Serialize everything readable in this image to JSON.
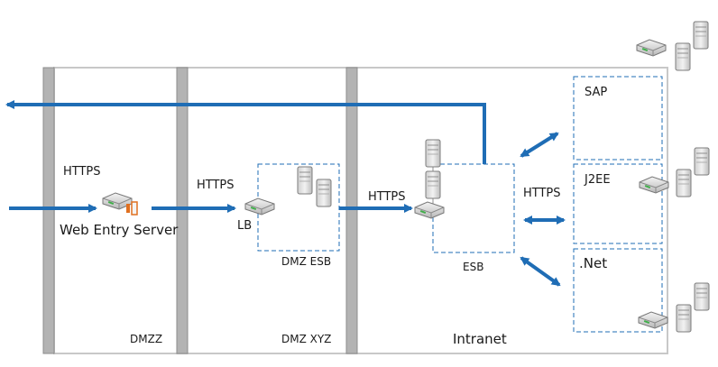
{
  "labels": {
    "https_1": "HTTPS",
    "web_entry_server": "Web Entry Server",
    "https_2": "HTTPS",
    "lb": "LB",
    "dmz_esb": "DMZ ESB",
    "https_3": "HTTPS",
    "esb": "ESB",
    "https_4": "HTTPS",
    "sap": "SAP",
    "j2ee": "J2EE",
    "net": ".Net",
    "dmzz": "DMZZ",
    "dmz_xyz": "DMZ XYZ",
    "intranet": "Intranet"
  },
  "colors": {
    "arrow": "#1f6db5",
    "firewall": "#9a9a9a",
    "zone_border": "#c8c8c8",
    "dash_border": "#1f6db5"
  },
  "icons": [
    "router-icon",
    "server-icon",
    "firewall-brick-icon"
  ]
}
